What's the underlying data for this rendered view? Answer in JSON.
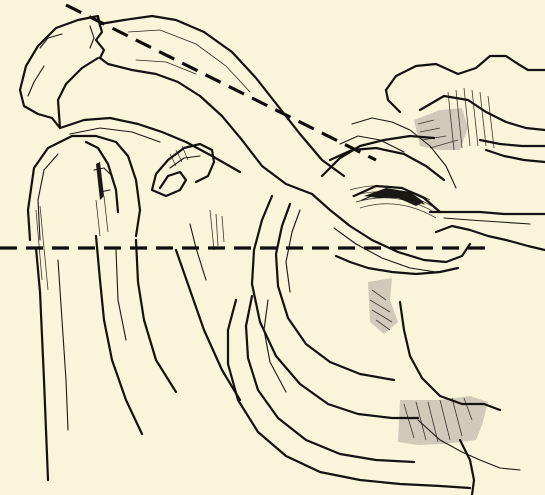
{
  "figure": {
    "palette": {
      "paper": "#f9f4da",
      "ink": "#141210",
      "shade": "#cfcab9"
    },
    "parts": [
      "acromion-clavicle",
      "scapula-spine",
      "humeral-head",
      "coracoid-process",
      "sternal-end",
      "first-rib",
      "second-rib",
      "humerus-shaft",
      "reference-line-oblique",
      "reference-line-horizontal"
    ]
  }
}
